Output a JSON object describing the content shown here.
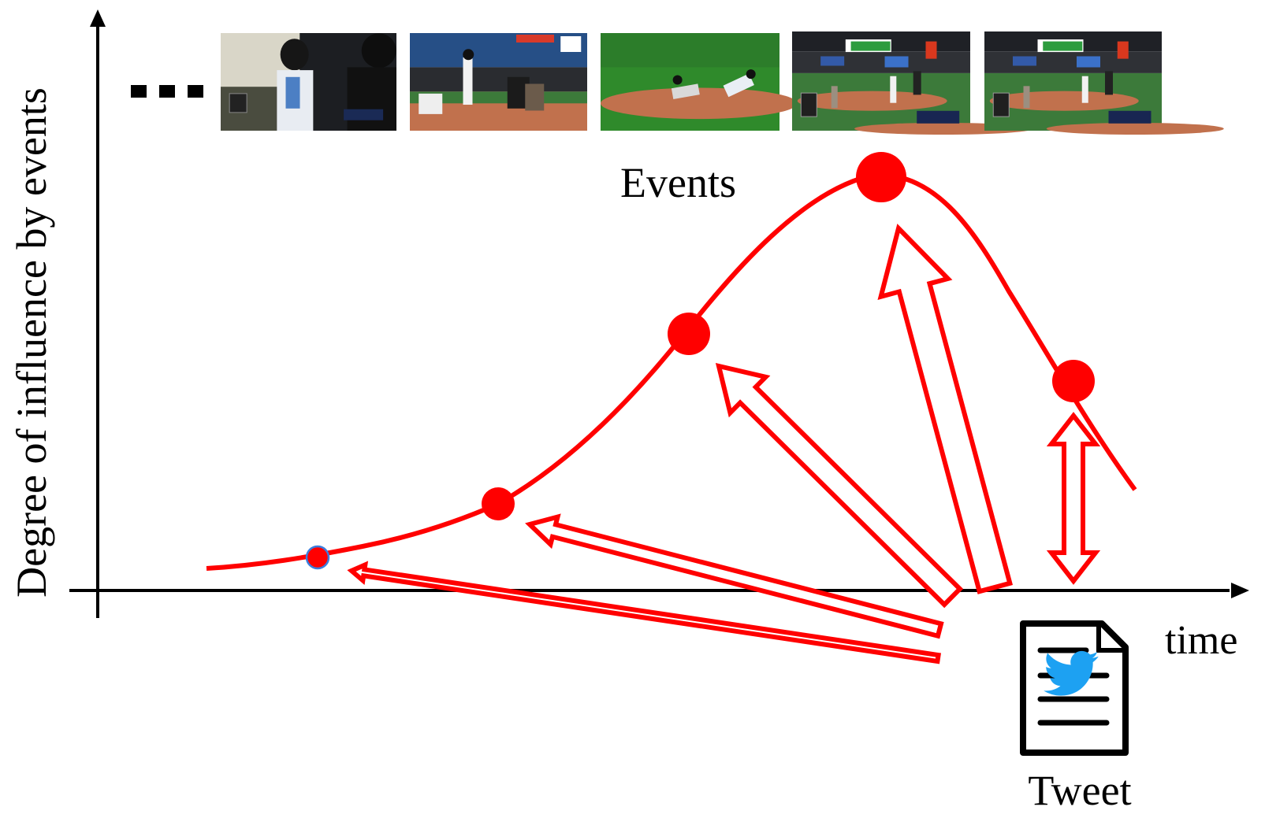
{
  "labels": {
    "y_axis": "Degree of influence by events",
    "x_axis": "time",
    "events": "Events",
    "tweet": "Tweet",
    "ellipsis": "..."
  },
  "thumbnails": [
    {
      "name": "frame-batter-and-catcher",
      "scene": "batter-closeup"
    },
    {
      "name": "frame-batter-swing",
      "scene": "swing"
    },
    {
      "name": "frame-slide-into-base",
      "scene": "slide"
    },
    {
      "name": "frame-pitch-wide",
      "scene": "wide"
    },
    {
      "name": "frame-pitch-wide-2",
      "scene": "wide"
    }
  ],
  "colors": {
    "curve": "#ff0000",
    "axis": "#000000",
    "twitter": "#1da1f2",
    "field_grass": "#3c7a3a",
    "field_dirt": "#c1714d",
    "stands": "#2a2c30"
  },
  "icons": {
    "tweet": "tweet-document-icon",
    "bird": "twitter-bird-icon"
  }
}
